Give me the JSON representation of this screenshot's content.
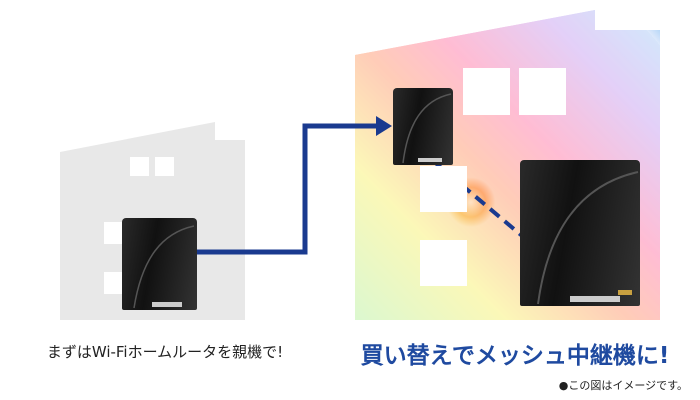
{
  "captions": {
    "before": "まずはWi-Fiホームルータを親機で!",
    "after": "買い替えでメッシュ中継機に!",
    "note": "●この図はイメージです。"
  },
  "colors": {
    "arrow": "#1a3a8f",
    "caption_accent": "#1f4aa0",
    "house_gray": "#e8e8e8"
  }
}
